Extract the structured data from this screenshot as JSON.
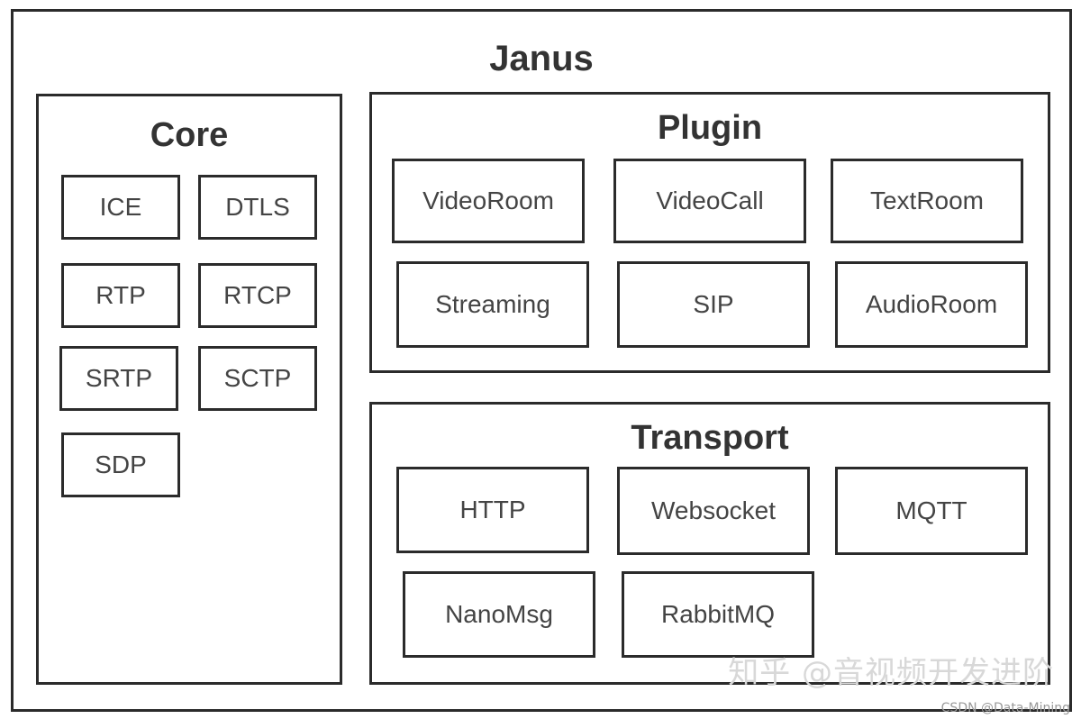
{
  "janus": {
    "title": "Janus"
  },
  "core": {
    "title": "Core",
    "items": [
      "ICE",
      "DTLS",
      "RTP",
      "RTCP",
      "SRTP",
      "SCTP",
      "SDP"
    ]
  },
  "plugin": {
    "title": "Plugin",
    "items": [
      "VideoRoom",
      "VideoCall",
      "TextRoom",
      "Streaming",
      "SIP",
      "AudioRoom"
    ]
  },
  "transport": {
    "title": "Transport",
    "items": [
      "HTTP",
      "Websocket",
      "MQTT",
      "NanoMsg",
      "RabbitMQ"
    ]
  },
  "watermark": "知乎 @音视频开发进阶",
  "credit": "CSDN @Data-Mining"
}
